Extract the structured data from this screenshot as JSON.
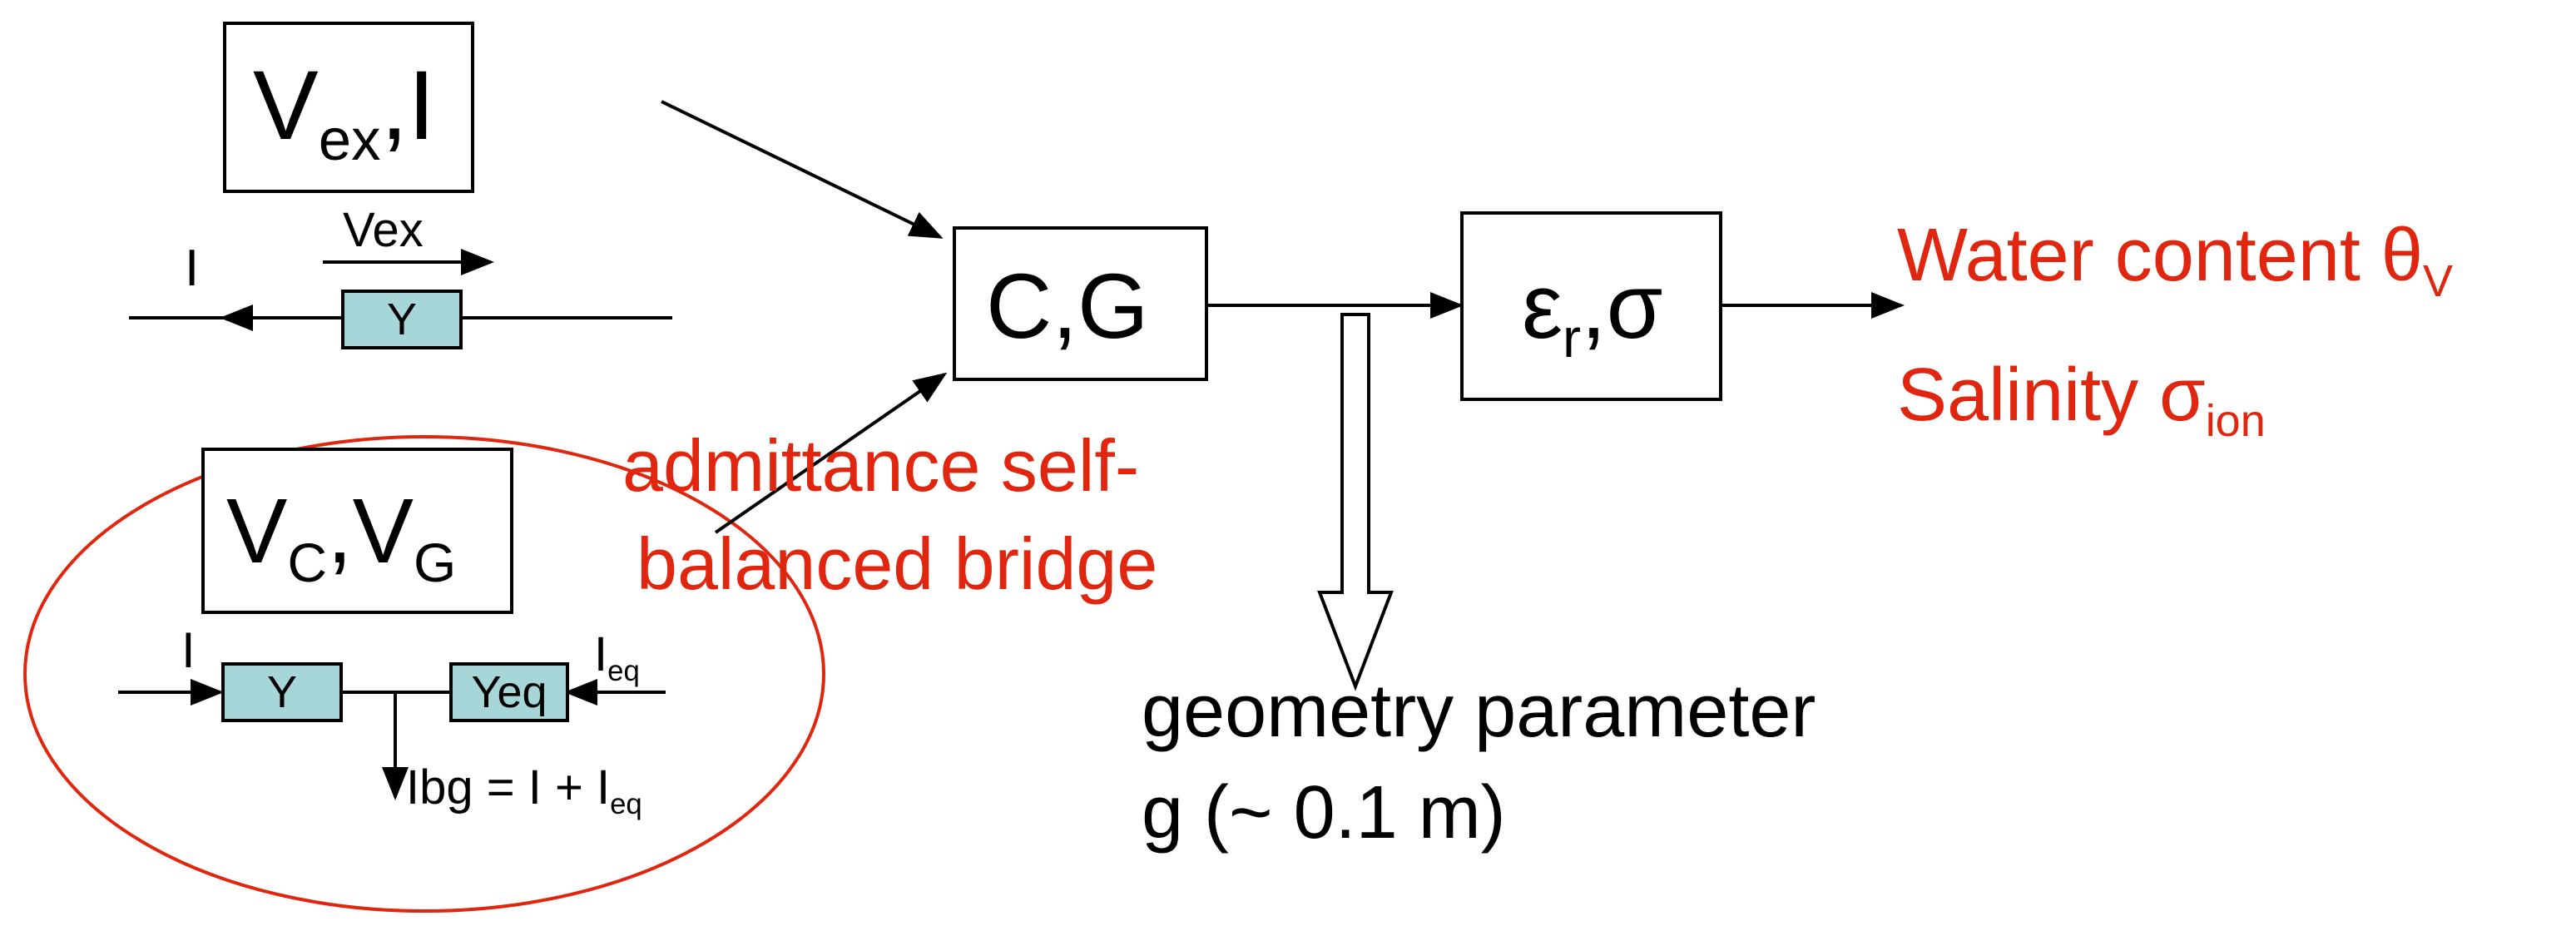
{
  "blocks": {
    "excitation": {
      "main": "V",
      "sub": "ex",
      "tail": ",I"
    },
    "bridge": {
      "main1": "V",
      "sub1": "C",
      "mid": ",V",
      "sub2": "G"
    },
    "cg": "C,G",
    "eps": {
      "eps": "ε",
      "sub": "r",
      "tail": ",σ"
    }
  },
  "circuit_top": {
    "vex_label": "Vex",
    "current_label": "I",
    "component": "Y"
  },
  "circuit_bottom": {
    "current_label": "I",
    "component_y": "Y",
    "component_yeq": "Yeq",
    "ieq_main": "I",
    "ieq_sub": "eq",
    "ibg_text": "Ibg = I + I",
    "ibg_sub": "eq"
  },
  "labels": {
    "bridge_line1": "admittance self-",
    "bridge_line2": "balanced bridge",
    "geometry_line1": "geometry parameter",
    "geometry_line2": "g (~ 0.1 m)",
    "water_text": "Water content θ",
    "water_sub": "V",
    "salinity_text": "Salinity σ",
    "salinity_sub": "ion"
  },
  "colors": {
    "accent_red": "#e0260f",
    "component_fill": "#a7d6d8"
  }
}
